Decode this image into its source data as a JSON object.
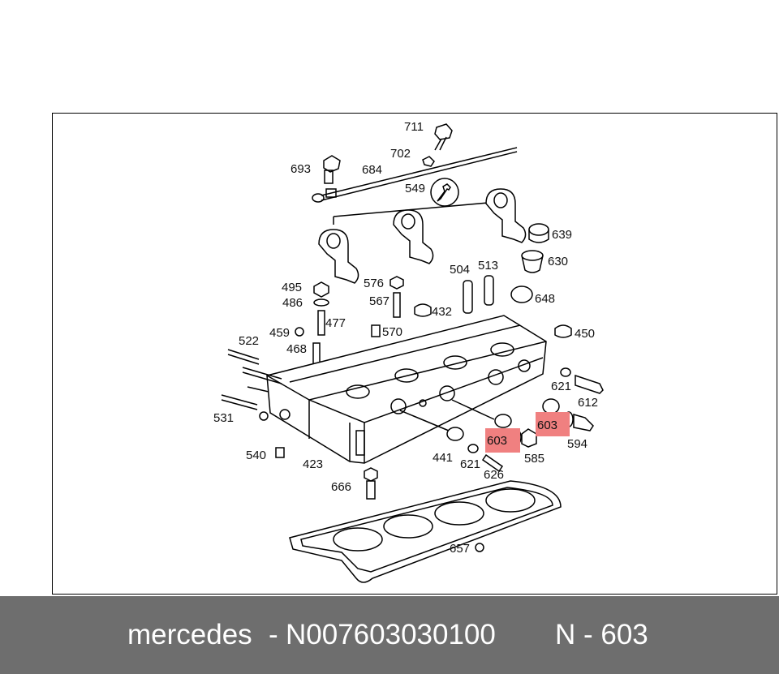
{
  "labels": {
    "p711": "711",
    "p702": "702",
    "p693": "693",
    "p684": "684",
    "p549": "549",
    "p639": "639",
    "p630": "630",
    "p504": "504",
    "p513": "513",
    "p495": "495",
    "p576": "576",
    "p648": "648",
    "p486": "486",
    "p567": "567",
    "p432": "432",
    "p477": "477",
    "p522": "522",
    "p459": "459",
    "p570": "570",
    "p450": "450",
    "p468": "468",
    "p621a": "621",
    "p612": "612",
    "p603a": "603",
    "p531": "531",
    "p594": "594",
    "p603b": "603",
    "p540": "540",
    "p441": "441",
    "p621b": "621",
    "p585": "585",
    "p423": "423",
    "p626": "626",
    "p666": "666",
    "p657": "657"
  },
  "colors": {
    "highlight": "#f08080",
    "footer_bg": "#6e6e6e",
    "footer_text": "#ffffff"
  },
  "footer": {
    "brand": "mercedes",
    "separator": "-",
    "part_number": "N007603030100",
    "reference": "N - 603"
  }
}
